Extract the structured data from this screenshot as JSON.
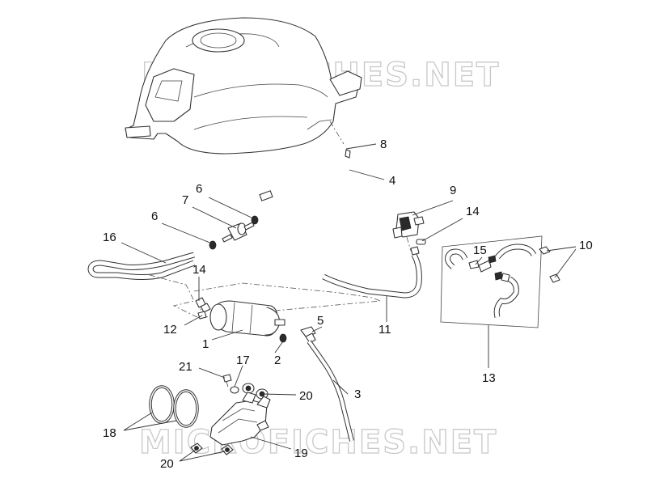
{
  "watermark": {
    "text": "MICROFICHES.NET"
  },
  "callouts": {
    "c1": "1",
    "c2": "2",
    "c3": "3",
    "c4": "4",
    "c5": "5",
    "c6a": "6",
    "c6b": "6",
    "c7": "7",
    "c8": "8",
    "c9": "9",
    "c10": "10",
    "c11": "11",
    "c12": "12",
    "c13": "13",
    "c14a": "14",
    "c14b": "14",
    "c15": "15",
    "c16": "16",
    "c17": "17",
    "c18": "18",
    "c19": "19",
    "c20a": "20",
    "c20b": "20",
    "c21": "21"
  },
  "colors": {
    "line": "#333333",
    "watermark": "#c8c8c8",
    "background": "#ffffff"
  }
}
